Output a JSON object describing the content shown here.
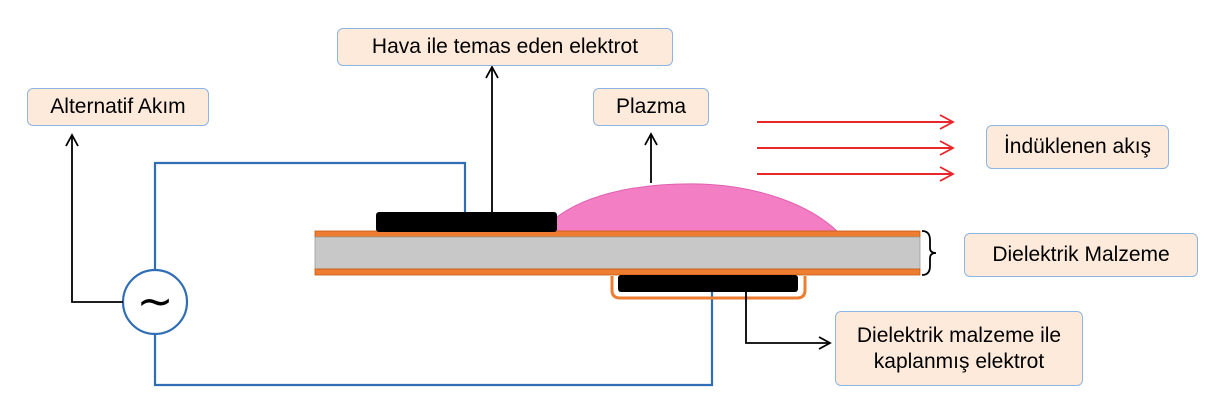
{
  "labels": {
    "air_electrode": "Hava ile temas eden elektrot",
    "alternating_current": "Alternatif Akım",
    "plasma": "Plazma",
    "induced_flow": "İndüklenen akış",
    "dielectric_material": "Dielektrik Malzeme",
    "covered_electrode_line1": "Dielektrik malzeme ile",
    "covered_electrode_line2": "kaplanmış elektrot"
  },
  "ac_symbol": "~",
  "colors": {
    "wire": "#2f6db5",
    "electrode": "#000000",
    "plasma": "#f47ec4",
    "dielectric": "#c8c8c8",
    "dielectric_edge": "#ed7d31",
    "flow_arrow": "#e8262b",
    "label_fill": "#fdeada",
    "label_border": "#8eb4e3",
    "pointer": "#000000"
  }
}
